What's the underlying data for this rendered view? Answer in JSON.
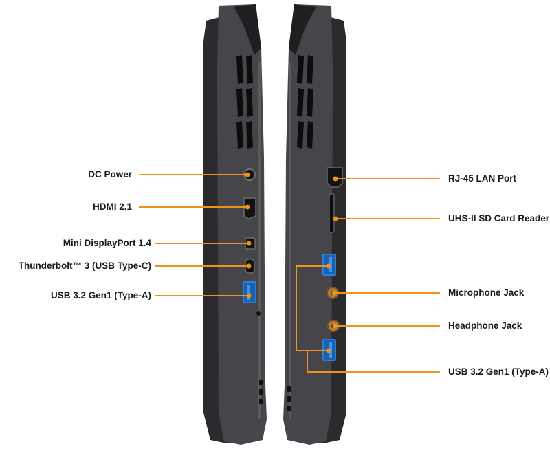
{
  "colors": {
    "callout": "#f0921e",
    "chassis": "#3d3d3f",
    "chassis_dark": "#232325",
    "vent": "#0d0d0e",
    "usb_blue": "#2a7fd6",
    "label_text": "#1a1a1a"
  },
  "left_side": {
    "dc_power": "DC Power",
    "hdmi": "HDMI 2.1",
    "mini_dp": "Mini DisplayPort 1.4",
    "thunderbolt": "Thunderbolt™ 3 (USB Type-C)",
    "usb_a": "USB 3.2 Gen1 (Type-A)"
  },
  "right_side": {
    "rj45": "RJ-45 LAN Port",
    "sd_reader": "UHS-II SD Card Reader",
    "mic": "Microphone Jack",
    "headphone": "Headphone Jack",
    "usb_a": "USB 3.2 Gen1 (Type-A)"
  }
}
